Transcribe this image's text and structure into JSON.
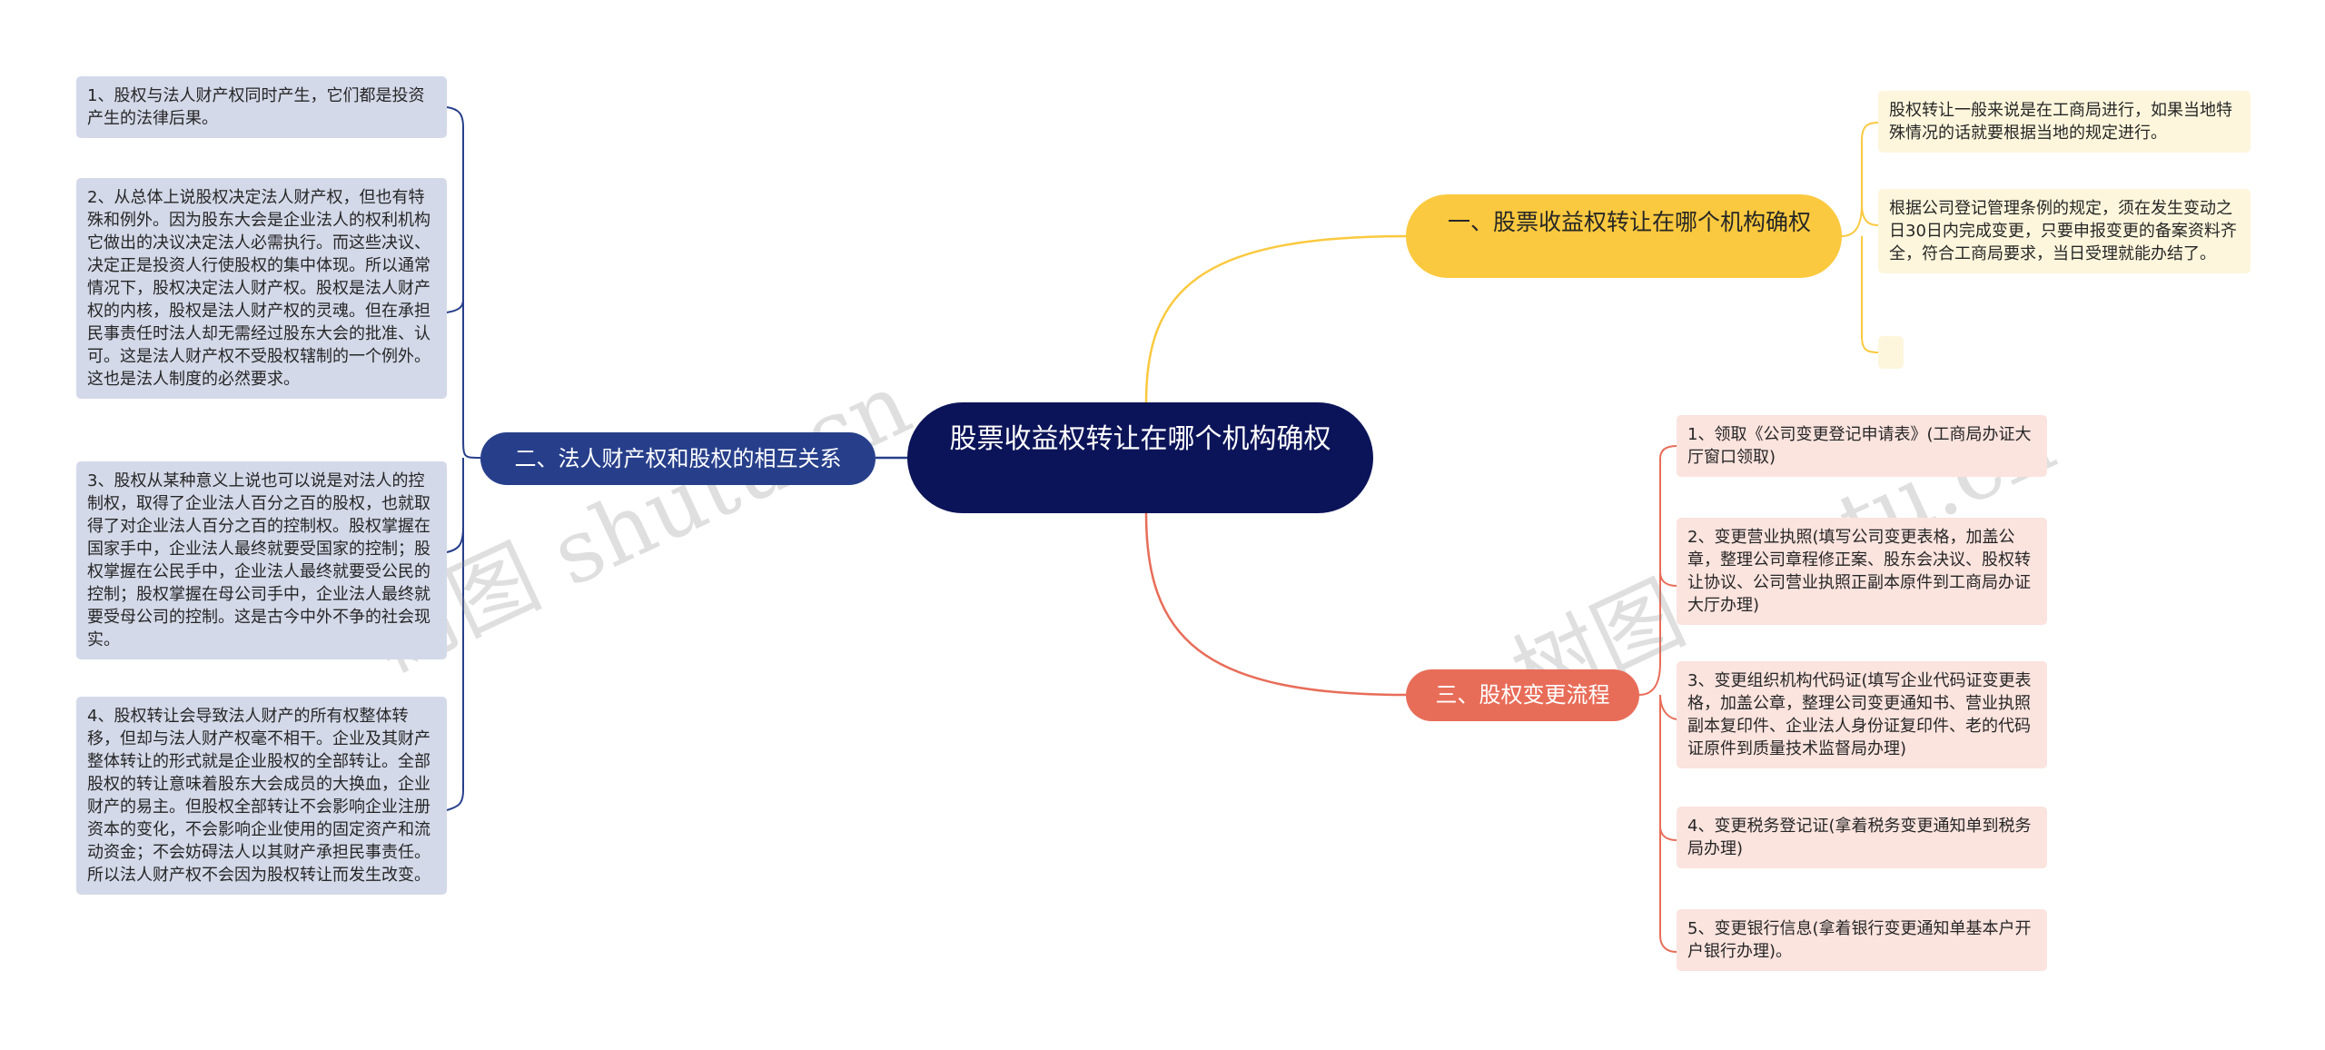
{
  "root": {
    "title": "股票收益权转让在哪个机构确权"
  },
  "branches": [
    {
      "label": "一、股票收益权转让在哪个机构确权",
      "color": "#fbc93f",
      "children": [
        "股权转让一般来说是在工商局进行，如果当地特殊情况的话就要根据当地的规定进行。",
        "根据公司登记管理条例的规定，须在发生变动之日30日内完成变更，只要申报变更的备案资料齐全，符合工商局要求，当日受理就能办结了。",
        ""
      ]
    },
    {
      "label": "二、法人财产权和股权的相互关系",
      "color": "#273f8b",
      "children": [
        "1、股权与法人财产权同时产生，它们都是投资产生的法律后果。",
        "2、从总体上说股权决定法人财产权，但也有特殊和例外。因为股东大会是企业法人的权利机构它做出的决议决定法人必需执行。而这些决议、决定正是投资人行使股权的集中体现。所以通常情况下，股权决定法人财产权。股权是法人财产权的内核，股权是法人财产权的灵魂。但在承担民事责任时法人却无需经过股东大会的批准、认可。这是法人财产权不受股权辖制的一个例外。这也是法人制度的必然要求。",
        "3、股权从某种意义上说也可以说是对法人的控制权，取得了企业法人百分之百的股权，也就取得了对企业法人百分之百的控制权。股权掌握在国家手中，企业法人最终就要受国家的控制；股权掌握在公民手中，企业法人最终就要受公民的控制；股权掌握在母公司手中，企业法人最终就要受母公司的控制。这是古今中外不争的社会现实。",
        "4、股权转让会导致法人财产的所有权整体转移，但却与法人财产权毫不相干。企业及其财产整体转让的形式就是企业股权的全部转让。全部股权的转让意味着股东大会成员的大换血，企业财产的易主。但股权全部转让不会影响企业注册资本的变化，不会影响企业使用的固定资产和流动资金；不会妨碍法人以其财产承担民事责任。所以法人财产权不会因为股权转让而发生改变。"
      ]
    },
    {
      "label": "三、股权变更流程",
      "color": "#e86d59",
      "children": [
        "1、领取《公司变更登记申请表》(工商局办证大厅窗口领取)",
        "2、变更营业执照(填写公司变更表格，加盖公章，整理公司章程修正案、股东会决议、股权转让协议、公司营业执照正副本原件到工商局办证大厅办理)",
        "3、变更组织机构代码证(填写企业代码证变更表格，加盖公章，整理公司变更通知书、营业执照副本复印件、企业法人身份证复印件、老的代码证原件到质量技术监督局办理)",
        "4、变更税务登记证(拿着税务变更通知单到税务局办理)",
        "5、变更银行信息(拿着银行变更通知单基本户开户银行办理)。"
      ]
    }
  ],
  "watermark": [
    "树图 shutu.cn",
    "树图 shutu.cn"
  ]
}
